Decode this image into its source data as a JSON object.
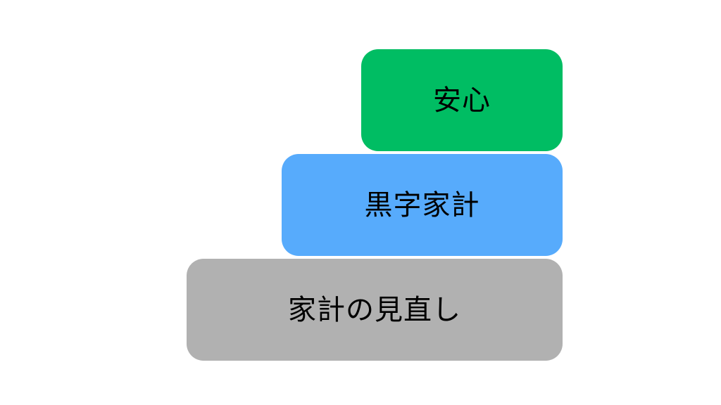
{
  "diagram": {
    "background_color": "#ffffff",
    "text_color": "#000000",
    "steps": [
      {
        "position": "top",
        "label": "安心",
        "color": "#00bd63"
      },
      {
        "position": "middle",
        "label": "黒字家計",
        "color": "#57abfc"
      },
      {
        "position": "bottom",
        "label": "家計の見直し",
        "color": "#b1b1b1"
      }
    ]
  }
}
